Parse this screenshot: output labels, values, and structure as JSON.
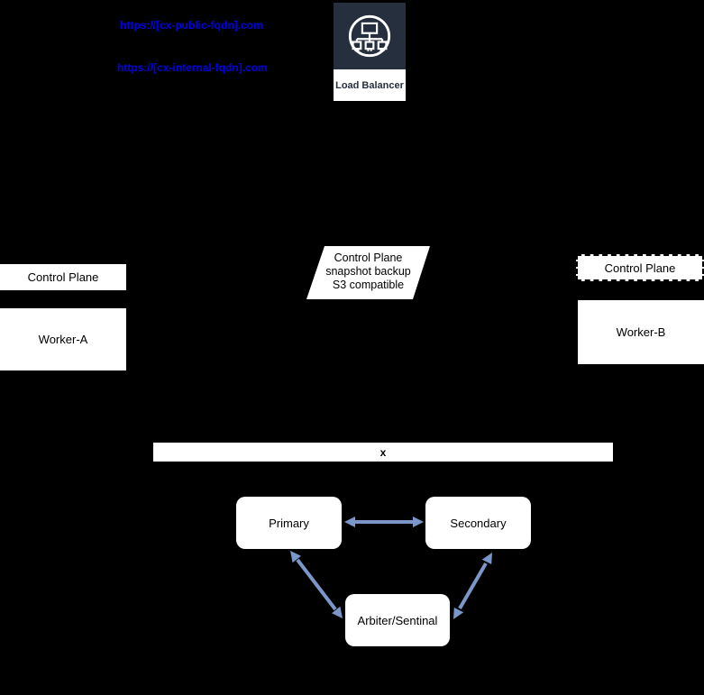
{
  "diagram": {
    "endpoints": {
      "public_url": "https://[cx-public-fqdn].com",
      "internal_url": "https://[cx-internal-fqdn].com"
    },
    "load_balancer": {
      "label": "Load Balancer"
    },
    "cluster_a": {
      "control_plane": "Control Plane",
      "worker": "Worker-A"
    },
    "cluster_b": {
      "control_plane": "Control Plane",
      "worker": "Worker-B"
    },
    "backup": {
      "line1": "Control Plane",
      "line2": "snapshot backup",
      "line3": "S3 compatible"
    },
    "divider": {
      "label": "x"
    },
    "replication": {
      "primary": "Primary",
      "secondary": "Secondary",
      "arbiter": "Arbiter/Sentinal"
    },
    "colors": {
      "background": "#000000",
      "link_blue": "#0000e8",
      "arrow_blue": "#7b97ca",
      "icon_navy": "#252f3e"
    }
  }
}
